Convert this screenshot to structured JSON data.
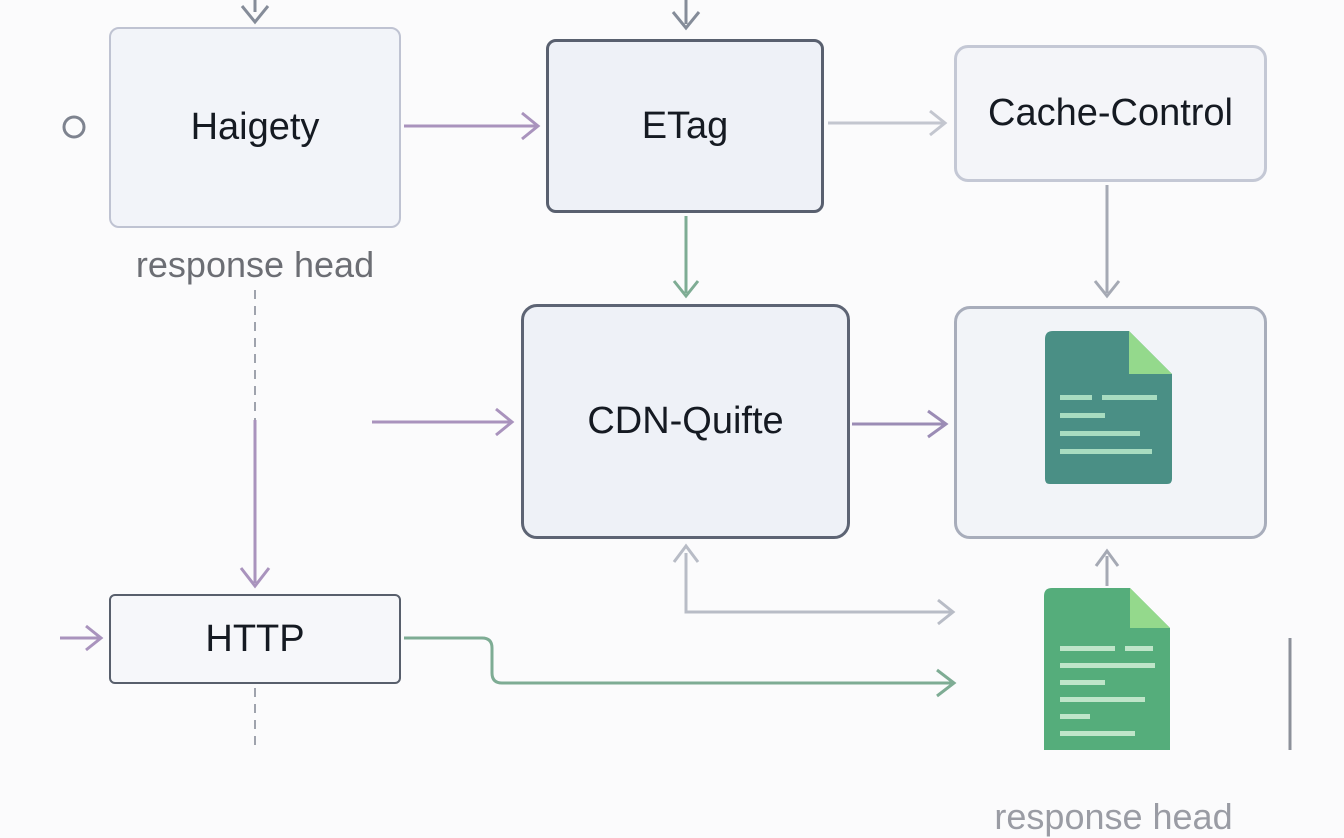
{
  "diagram": {
    "nodes": {
      "haigety": {
        "label": "Haigety",
        "caption": "response head"
      },
      "etag": {
        "label": "ETag"
      },
      "cache_control": {
        "label": "Cache-Control"
      },
      "cdn": {
        "label": "CDN-Quifte"
      },
      "http": {
        "label": "HTTP"
      },
      "doc_box": {
        "caption": "response head"
      }
    },
    "icons": {
      "doc_top": "document-icon",
      "doc_bottom": "document-icon"
    },
    "colors": {
      "purple_arrow": "#a993bd",
      "green_arrow": "#7eac94",
      "gray_arrow": "#a5a9b4",
      "dark_arrow": "#858c99",
      "doc_teal": "#4a8f85",
      "doc_green": "#55ad7b",
      "fold_green": "#94d98c"
    }
  }
}
